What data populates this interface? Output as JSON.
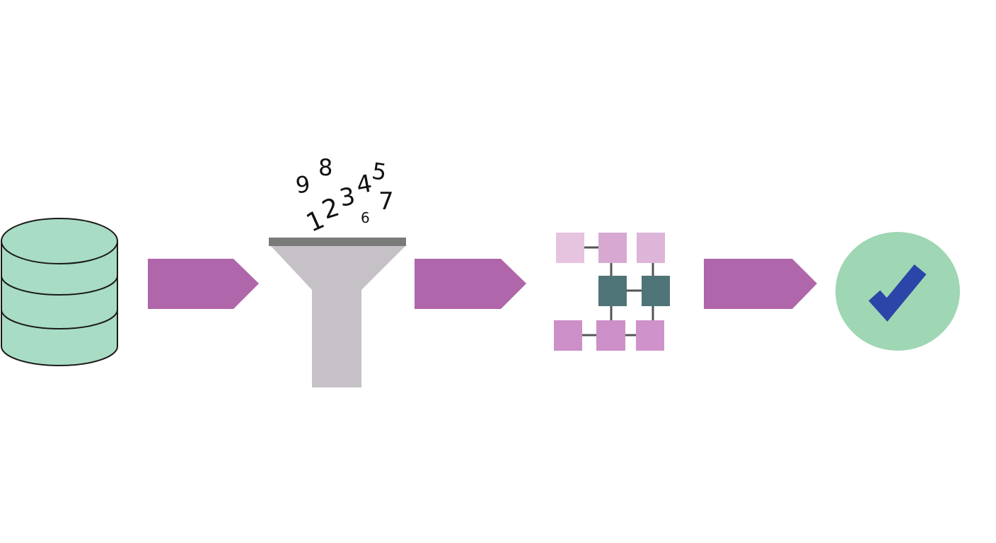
{
  "diagram": {
    "stages": [
      {
        "id": "source",
        "icon": "database-icon"
      },
      {
        "id": "filter",
        "icon": "funnel-icon"
      },
      {
        "id": "process",
        "icon": "node-network-icon"
      },
      {
        "id": "result",
        "icon": "checkmark-circle-icon"
      }
    ],
    "digits": [
      "9",
      "8",
      "1",
      "2",
      "3",
      "4",
      "5",
      "6",
      "7"
    ],
    "colors": {
      "database_fill": "#a8dcc4",
      "database_stroke": "#1a1a1a",
      "arrow": "#b066aa",
      "funnel_top": "#7a7a7a",
      "funnel_body": "#c6c1c7",
      "node_light": "#e6c3df",
      "node_mid": "#d7a9d2",
      "node_pink": "#cd8fc8",
      "node_dark": "#4f7477",
      "connector": "#555555",
      "check_circle": "#9fd6b3",
      "check_mark": "#2b45a8"
    }
  }
}
